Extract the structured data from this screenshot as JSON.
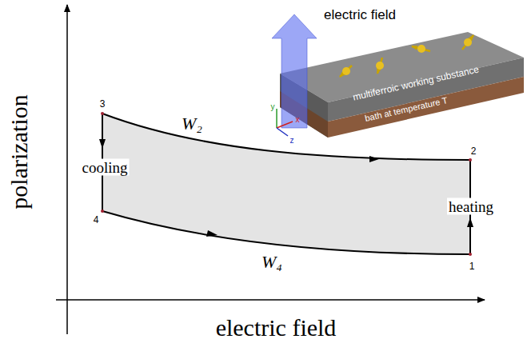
{
  "diagram": {
    "labels": [
      "polarization",
      "electric field",
      "electric field",
      "multiferroic working substance",
      "bath at temperature T",
      "y",
      "x",
      "z",
      "3",
      "2",
      "W₂",
      "cooling",
      "heating",
      "4",
      "W₄",
      "1"
    ]
  }
}
